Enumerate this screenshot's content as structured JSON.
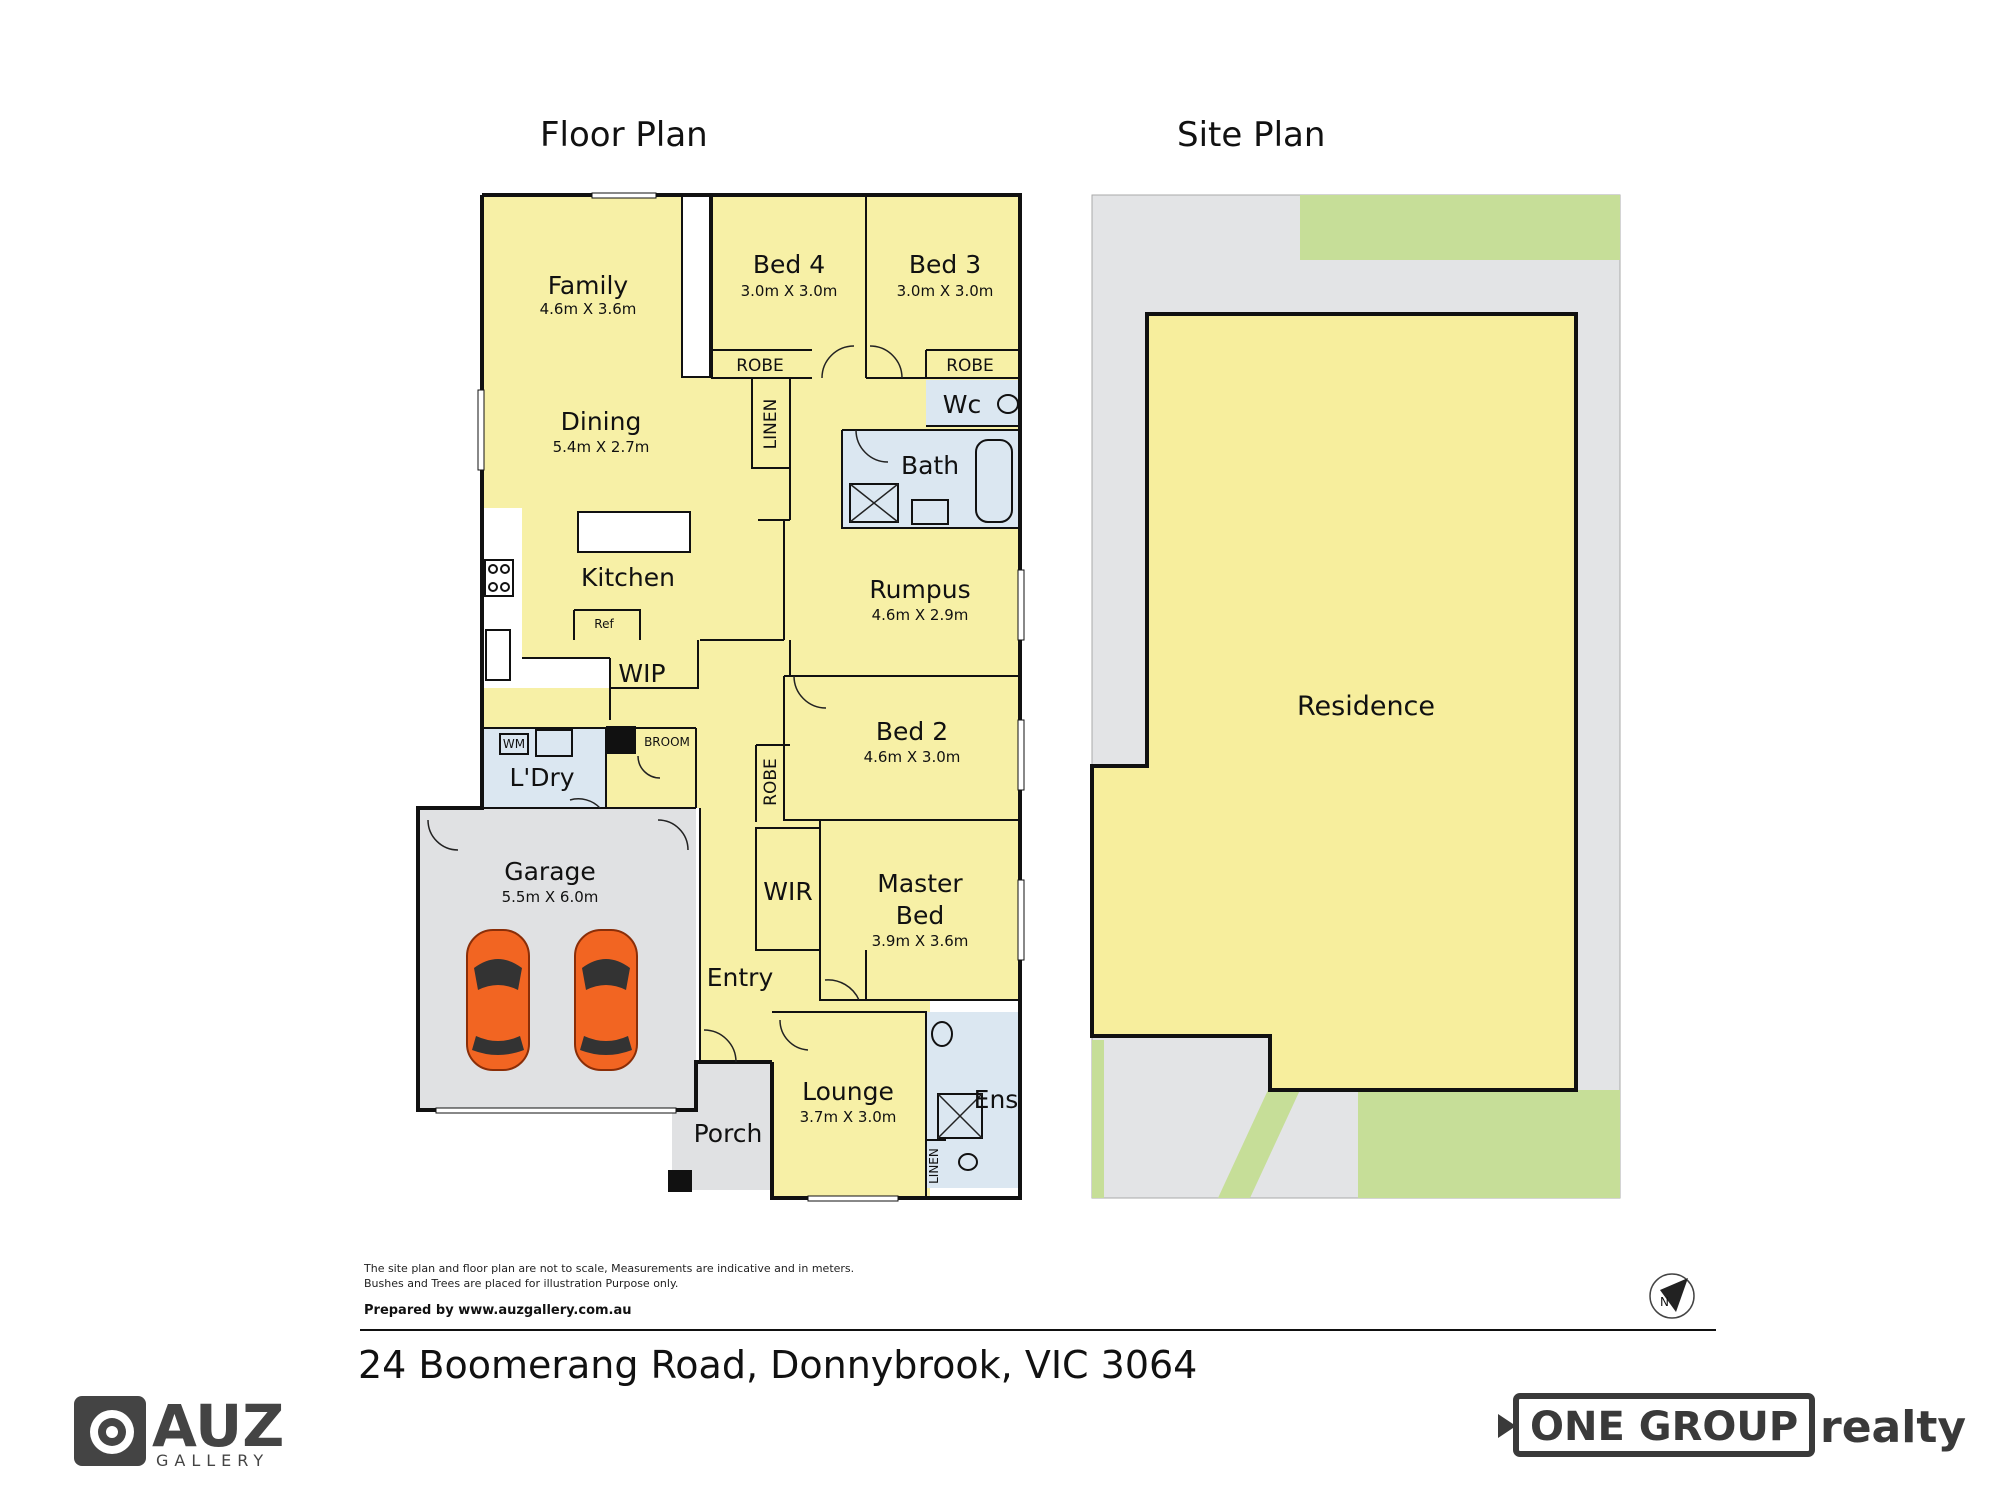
{
  "headings": {
    "floor_plan": "Floor Plan",
    "site_plan": "Site Plan"
  },
  "rooms": {
    "family": {
      "name": "Family",
      "size": "4.6m X 3.6m"
    },
    "dining": {
      "name": "Dining",
      "size": "5.4m X 2.7m"
    },
    "kitchen": {
      "name": "Kitchen"
    },
    "bed4": {
      "name": "Bed 4",
      "size": "3.0m X 3.0m"
    },
    "bed3": {
      "name": "Bed 3",
      "size": "3.0m X 3.0m"
    },
    "robe_bed4": "ROBE",
    "robe_bed3": "ROBE",
    "linen": "LINEN",
    "wc": "Wc",
    "bath": "Bath",
    "rumpus": {
      "name": "Rumpus",
      "size": "4.6m X 2.9m"
    },
    "ref": "Ref",
    "wip": "WIP",
    "wm": "WM",
    "broom": "BROOM",
    "laundry": "L'Dry",
    "bed2": {
      "name": "Bed 2",
      "size": "4.6m X 3.0m"
    },
    "robe_bed2": "ROBE",
    "garage": {
      "name": "Garage",
      "size": "5.5m X 6.0m"
    },
    "wir": "WIR",
    "master": {
      "line1": "Master",
      "line2": "Bed",
      "size": "3.9m X 3.6m"
    },
    "entry": "Entry",
    "lounge": {
      "name": "Lounge",
      "size": "3.7m X 3.0m"
    },
    "ens": "Ens",
    "linen2": "LINEN",
    "porch": "Porch"
  },
  "site": {
    "residence": "Residence"
  },
  "compass": "N",
  "footer": {
    "disclaimer_1": "The site plan and floor plan are not to scale, Measurements are indicative and in meters.",
    "disclaimer_2": "Bushes and Trees are placed for illustration Purpose only.",
    "prepared_by": "Prepared by www.auzgallery.com.au",
    "address": "24 Boomerang Road, Donnybrook, VIC 3064"
  },
  "brands": {
    "auz_name": "AUZ",
    "auz_sub": "GALLERY",
    "og_name": "ONE GROUP",
    "og_suffix": "realty"
  },
  "colors": {
    "room_yellow": "#f7f0a6",
    "wet_blue": "#dbe7f1",
    "garage_grey": "#e0e1e3",
    "site_grey": "#e3e4e6",
    "lawn_green": "#c6de98",
    "residence_yellow": "#f7ee9d",
    "car_orange": "#f26522"
  }
}
